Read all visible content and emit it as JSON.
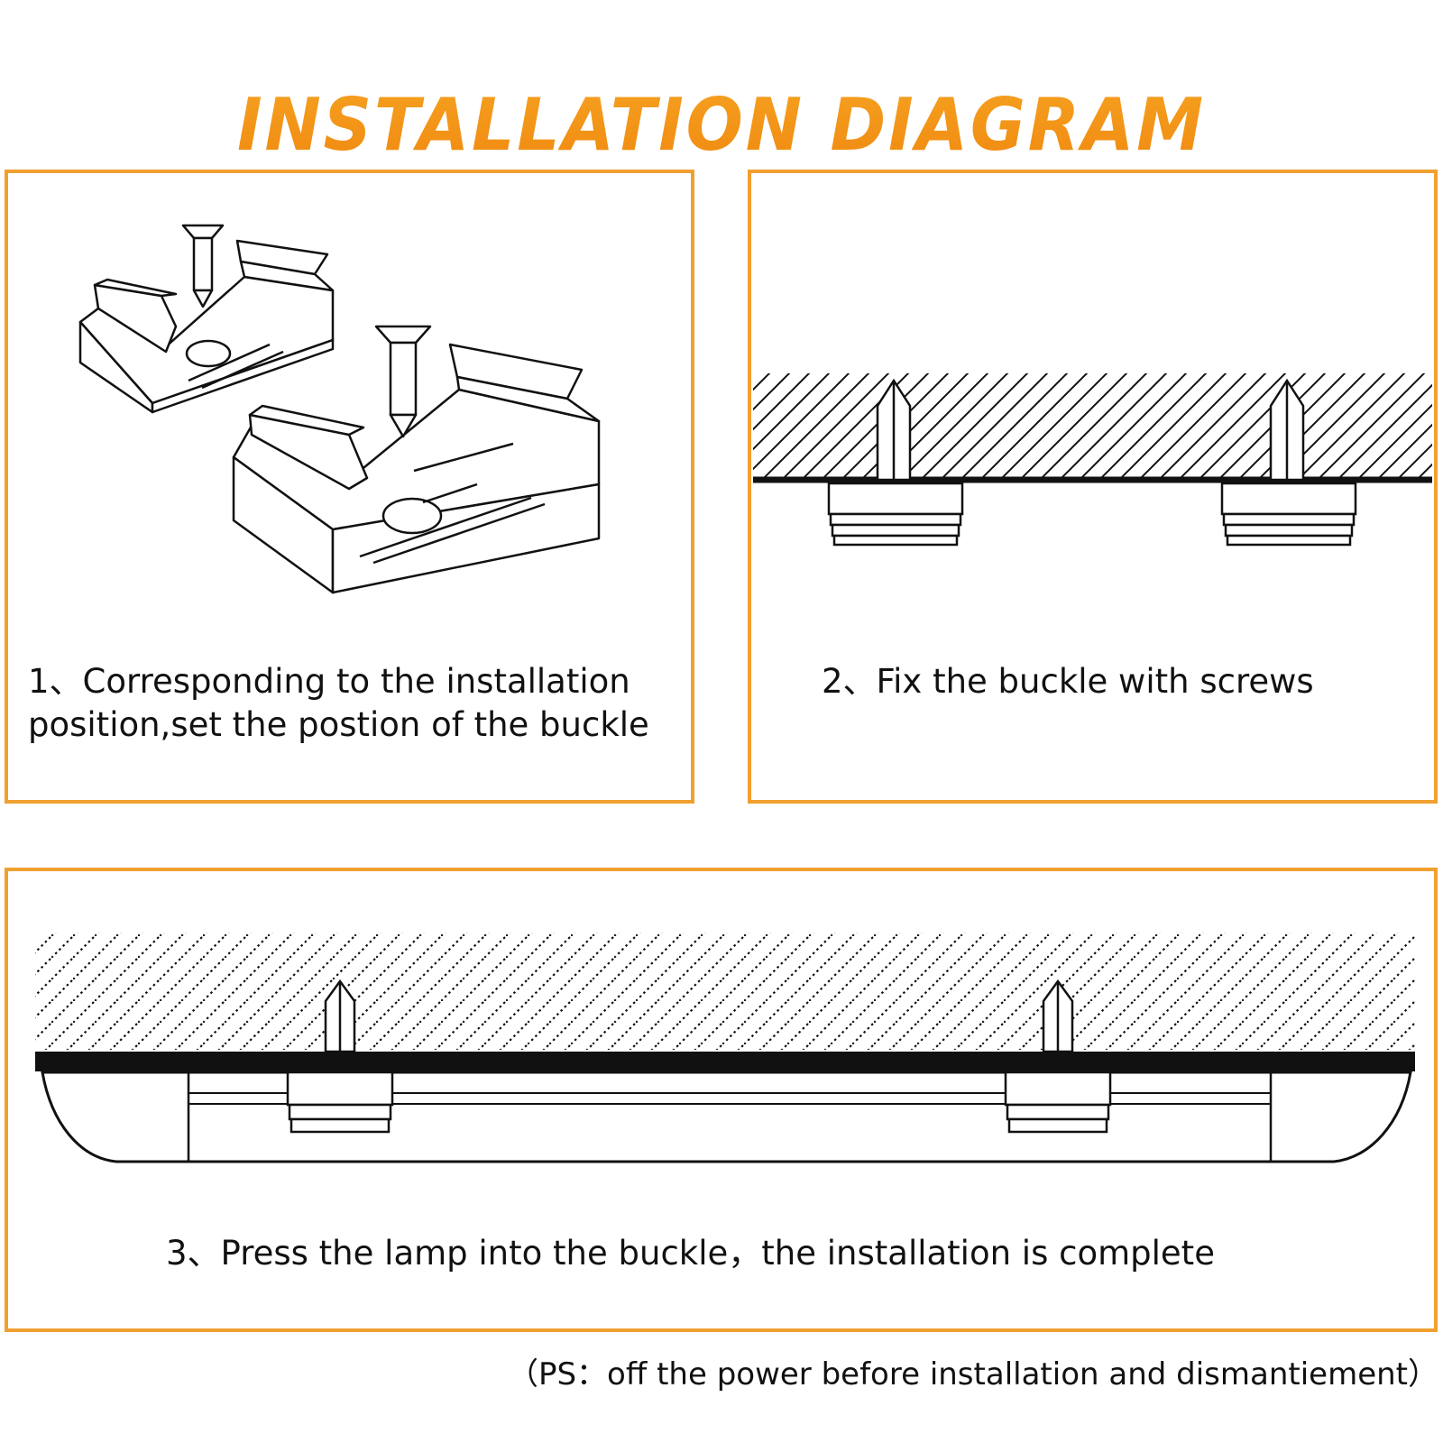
{
  "title": "INSTALLATION DIAGRAM",
  "colors": {
    "accent": "#f0a030",
    "title_gradient_top": "#f5a020",
    "title_gradient_bottom": "#f08a10",
    "line": "#111111"
  },
  "steps": [
    {
      "caption": "1、Corresponding to the installation position,set the postion of the buckle"
    },
    {
      "caption": "2、Fix the buckle with screws"
    },
    {
      "caption": "3、Press the lamp into the buckle，the installation is complete"
    }
  ],
  "note": "（PS：off the power before installation and dismantiement）"
}
